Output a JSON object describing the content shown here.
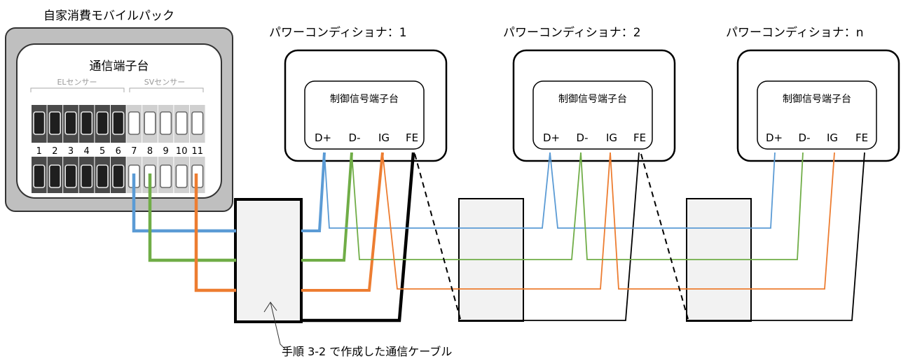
{
  "battery": {
    "title": "自家消費モバイルパック",
    "panel_title": "通信端子台",
    "el_group_label": "ELセンサー",
    "sv_group_label": "SVセンサー",
    "terminal_numbers": [
      "1",
      "2",
      "3",
      "4",
      "5",
      "6",
      "7",
      "8",
      "9",
      "10",
      "11"
    ]
  },
  "pcs_units": [
    {
      "title": "パワーコンディショナ：1",
      "panel_title": "制御信号端子台",
      "terminals": [
        "D+",
        "D-",
        "IG",
        "FE"
      ]
    },
    {
      "title": "パワーコンディショナ：2",
      "panel_title": "制御信号端子台",
      "terminals": [
        "D+",
        "D-",
        "IG",
        "FE"
      ]
    },
    {
      "title": "パワーコンディショナ：n",
      "panel_title": "制御信号端子台",
      "terminals": [
        "D+",
        "D-",
        "IG",
        "FE"
      ]
    }
  ],
  "cable_label": "手順 3-2 で作成した通信ケーブル",
  "colors": {
    "d_plus": "#5b9bd5",
    "d_minus": "#70ad47",
    "ig": "#ed7d31",
    "fe": "#000000",
    "battery_frame": "#bfbfbf",
    "terminal_dark": "#4a4a4a",
    "terminal_light": "#d0d0d0",
    "cable_box": "#f2f2f2"
  }
}
